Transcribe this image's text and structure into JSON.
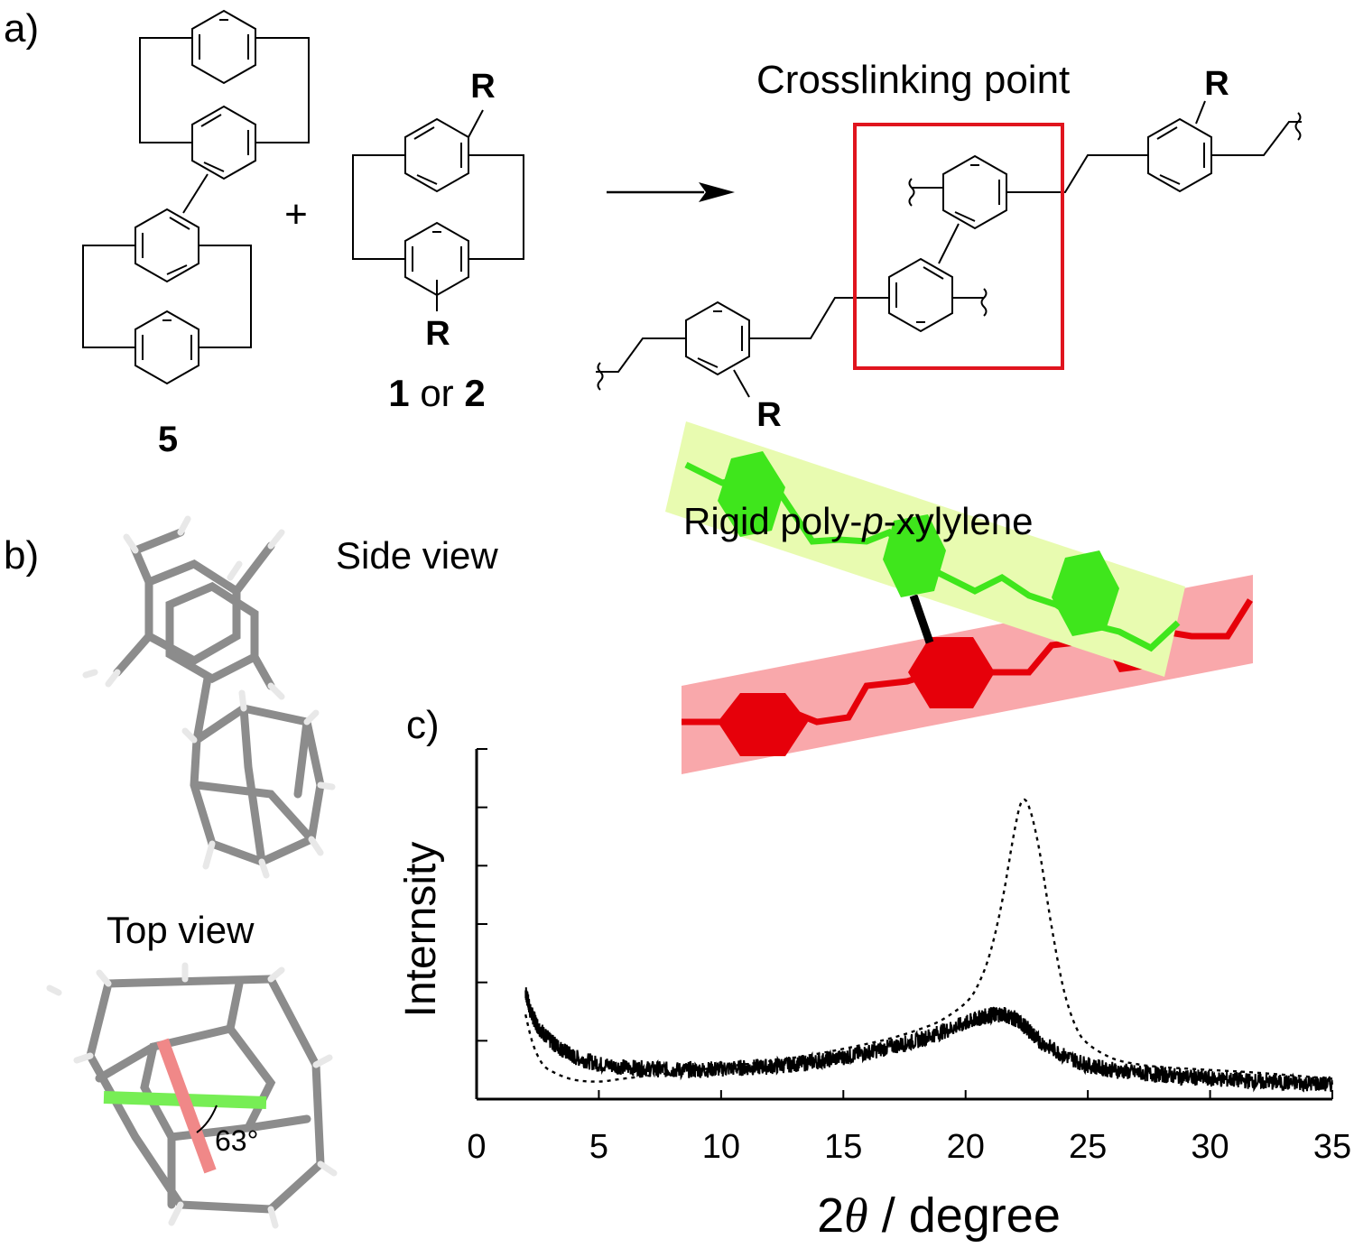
{
  "panels": {
    "a": "a)",
    "b": "b)",
    "c": "c)"
  },
  "scheme": {
    "compound_5": "5",
    "plus": "+",
    "substituent": "R",
    "compound_label": {
      "first": "1",
      "connector": " or ",
      "second": "2"
    },
    "crosslink_label": "Crosslinking point",
    "crosslink_box_color": "#e0141e"
  },
  "model": {
    "label_prefix": "Rigid poly-",
    "label_italic": "p",
    "label_suffix": "-xylylene",
    "upper_chain_color": "#3fe61c",
    "upper_band_color": "#e8fbb0",
    "lower_chain_color": "#e6000a",
    "lower_band_color": "#f9a8ab"
  },
  "structure": {
    "side_view": "Side view",
    "top_view": "Top view",
    "angle": "63°",
    "green_plane_color": "#77ee55",
    "red_plane_color": "#f08888"
  },
  "chart_data": {
    "type": "line",
    "xlabel_prefix": "2",
    "xlabel_symbol": "θ",
    "xlabel_suffix": " / degree",
    "ylabel": "Internsity",
    "xlim": [
      0,
      35
    ],
    "ylim": [
      0,
      6
    ],
    "xticks": [
      0,
      5,
      10,
      15,
      20,
      25,
      30,
      35
    ],
    "series": [
      {
        "style": "solid",
        "x": [
          2,
          2.2,
          2.5,
          3,
          3.5,
          4,
          5,
          6,
          7,
          8,
          9,
          10,
          11,
          12,
          13,
          14,
          15,
          16,
          17,
          18,
          19,
          20,
          20.5,
          21,
          21.5,
          22,
          22.5,
          23,
          24,
          25,
          26,
          27,
          28,
          29,
          30,
          31,
          32,
          33,
          34,
          35
        ],
        "y": [
          1.85,
          1.5,
          1.25,
          1.0,
          0.85,
          0.72,
          0.6,
          0.55,
          0.52,
          0.5,
          0.5,
          0.52,
          0.54,
          0.56,
          0.6,
          0.65,
          0.72,
          0.8,
          0.9,
          1.0,
          1.15,
          1.3,
          1.38,
          1.44,
          1.46,
          1.38,
          1.22,
          1.0,
          0.75,
          0.58,
          0.5,
          0.45,
          0.42,
          0.38,
          0.35,
          0.33,
          0.3,
          0.28,
          0.27,
          0.25
        ]
      },
      {
        "style": "dotted",
        "x": [
          2,
          2.3,
          2.7,
          3.2,
          4,
          5,
          6,
          8,
          10,
          12,
          14,
          16,
          17,
          18,
          19,
          20,
          20.5,
          21,
          21.5,
          22,
          22.3,
          22.6,
          23,
          23.5,
          24,
          24.5,
          25,
          26,
          27,
          28,
          30,
          32,
          35
        ],
        "y": [
          1.45,
          0.95,
          0.6,
          0.45,
          0.33,
          0.3,
          0.35,
          0.45,
          0.55,
          0.65,
          0.78,
          0.95,
          1.05,
          1.18,
          1.35,
          1.65,
          1.95,
          2.5,
          3.4,
          4.6,
          5.1,
          5.0,
          4.3,
          3.0,
          1.9,
          1.25,
          0.95,
          0.7,
          0.6,
          0.55,
          0.5,
          0.45,
          0.35
        ]
      }
    ]
  }
}
